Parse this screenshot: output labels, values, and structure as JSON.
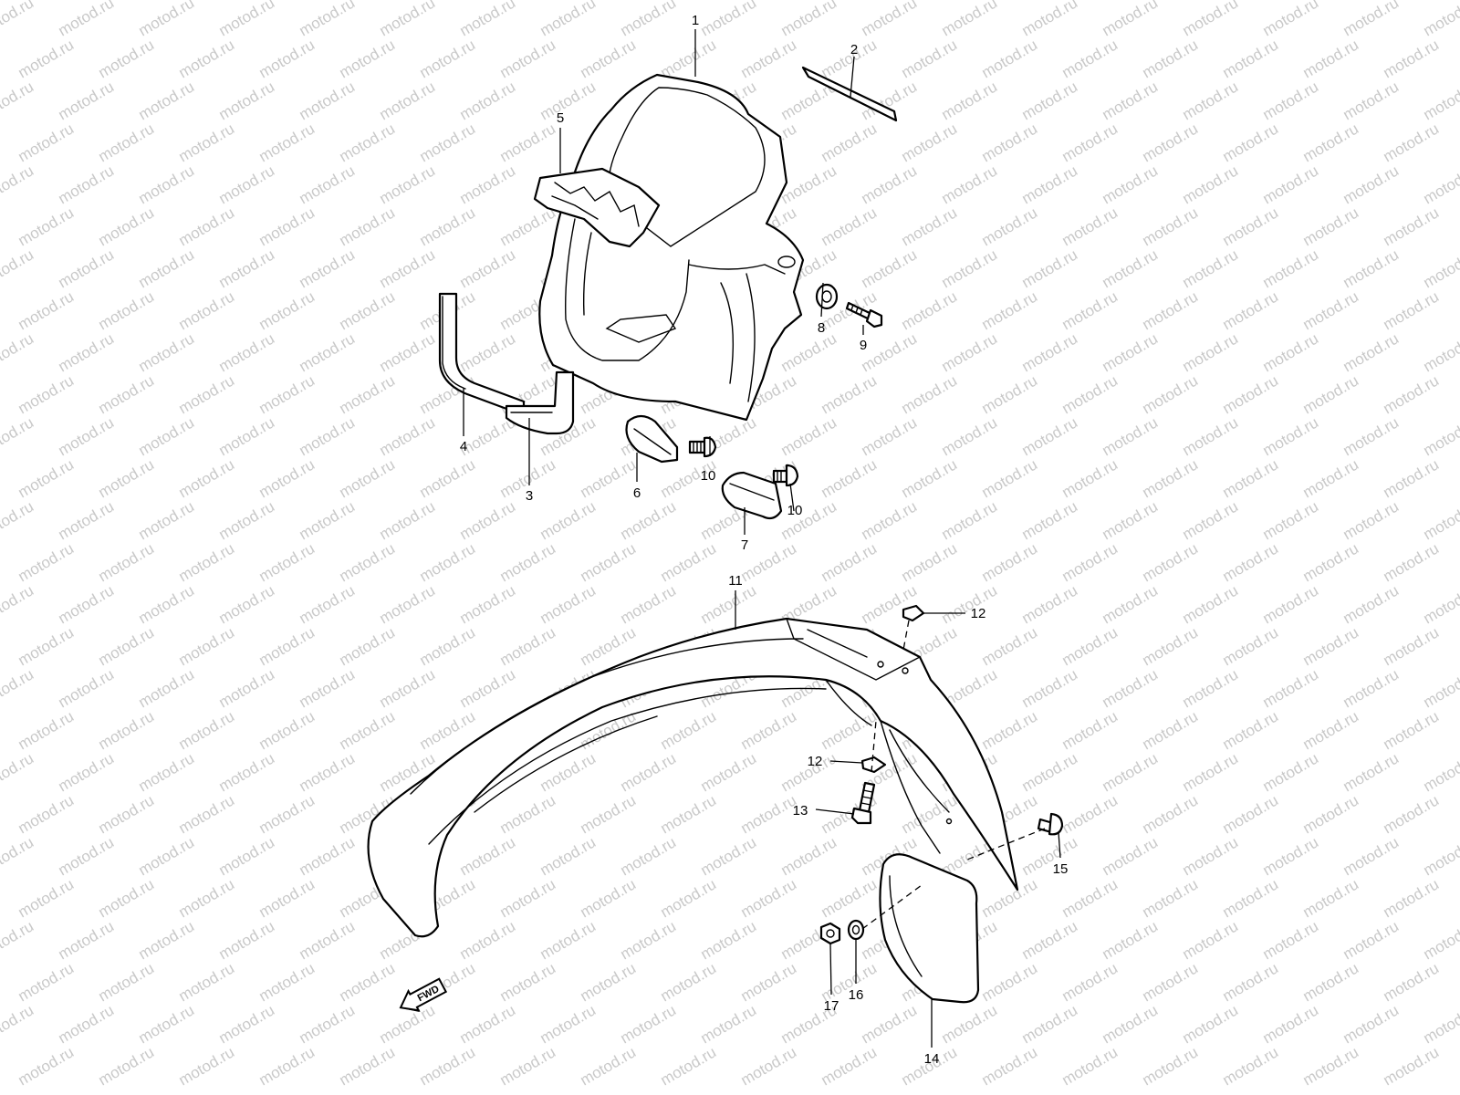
{
  "watermark": {
    "text": "motod.ru",
    "color": "#c9c9c9"
  },
  "direction_marker": {
    "label": "FWD",
    "icon": "arrow-left-icon"
  },
  "callouts": [
    "1",
    "2",
    "3",
    "4",
    "5",
    "6",
    "7",
    "8",
    "9",
    "10",
    "10",
    "11",
    "12",
    "12",
    "13",
    "14",
    "15",
    "16",
    "17"
  ],
  "colors": {
    "line": "#000000",
    "background": "#ffffff"
  }
}
